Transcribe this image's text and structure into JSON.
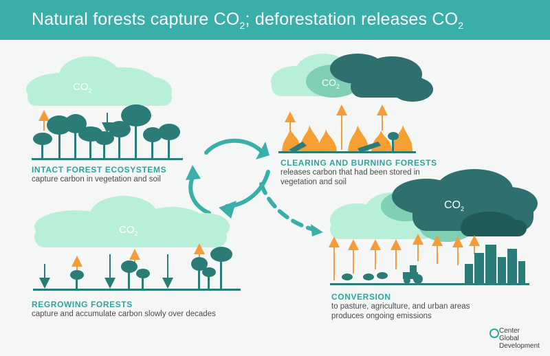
{
  "header": {
    "title_part1": "Natural forests capture CO",
    "title_sub1": "2",
    "title_part2": "; deforestation releases CO",
    "title_sub2": "2"
  },
  "co2_labels": [
    {
      "main": "CO",
      "sub": "2"
    },
    {
      "main": "CO",
      "sub": "2"
    },
    {
      "main": "CO",
      "sub": "2"
    },
    {
      "main": "CO",
      "sub": "2"
    }
  ],
  "stages": {
    "intact": {
      "title": "INTACT FOREST ECOSYSTEMS",
      "desc": "capture carbon in vegetation and soil"
    },
    "clearing": {
      "title": "CLEARING AND BURNING FORESTS",
      "desc": "releases carbon that had been stored in vegetation and soil"
    },
    "regrowing": {
      "title": "REGROWING FORESTS",
      "desc": "capture and accumulate carbon slowly over decades"
    },
    "conversion": {
      "title": "CONVERSION",
      "desc": "to pasture, agriculture, and urban areas produces ongoing emissions"
    }
  },
  "logo": {
    "line1": "Center",
    "line2": "Global",
    "line3": "Development"
  },
  "colors": {
    "header": "#3aafa9",
    "teal_dark": "#2b7b77",
    "cloud_light": "#b8efd8",
    "cloud_dark": "#2f6f6e",
    "arrow_orange": "#f59b3a",
    "fire": "#f6a033"
  }
}
